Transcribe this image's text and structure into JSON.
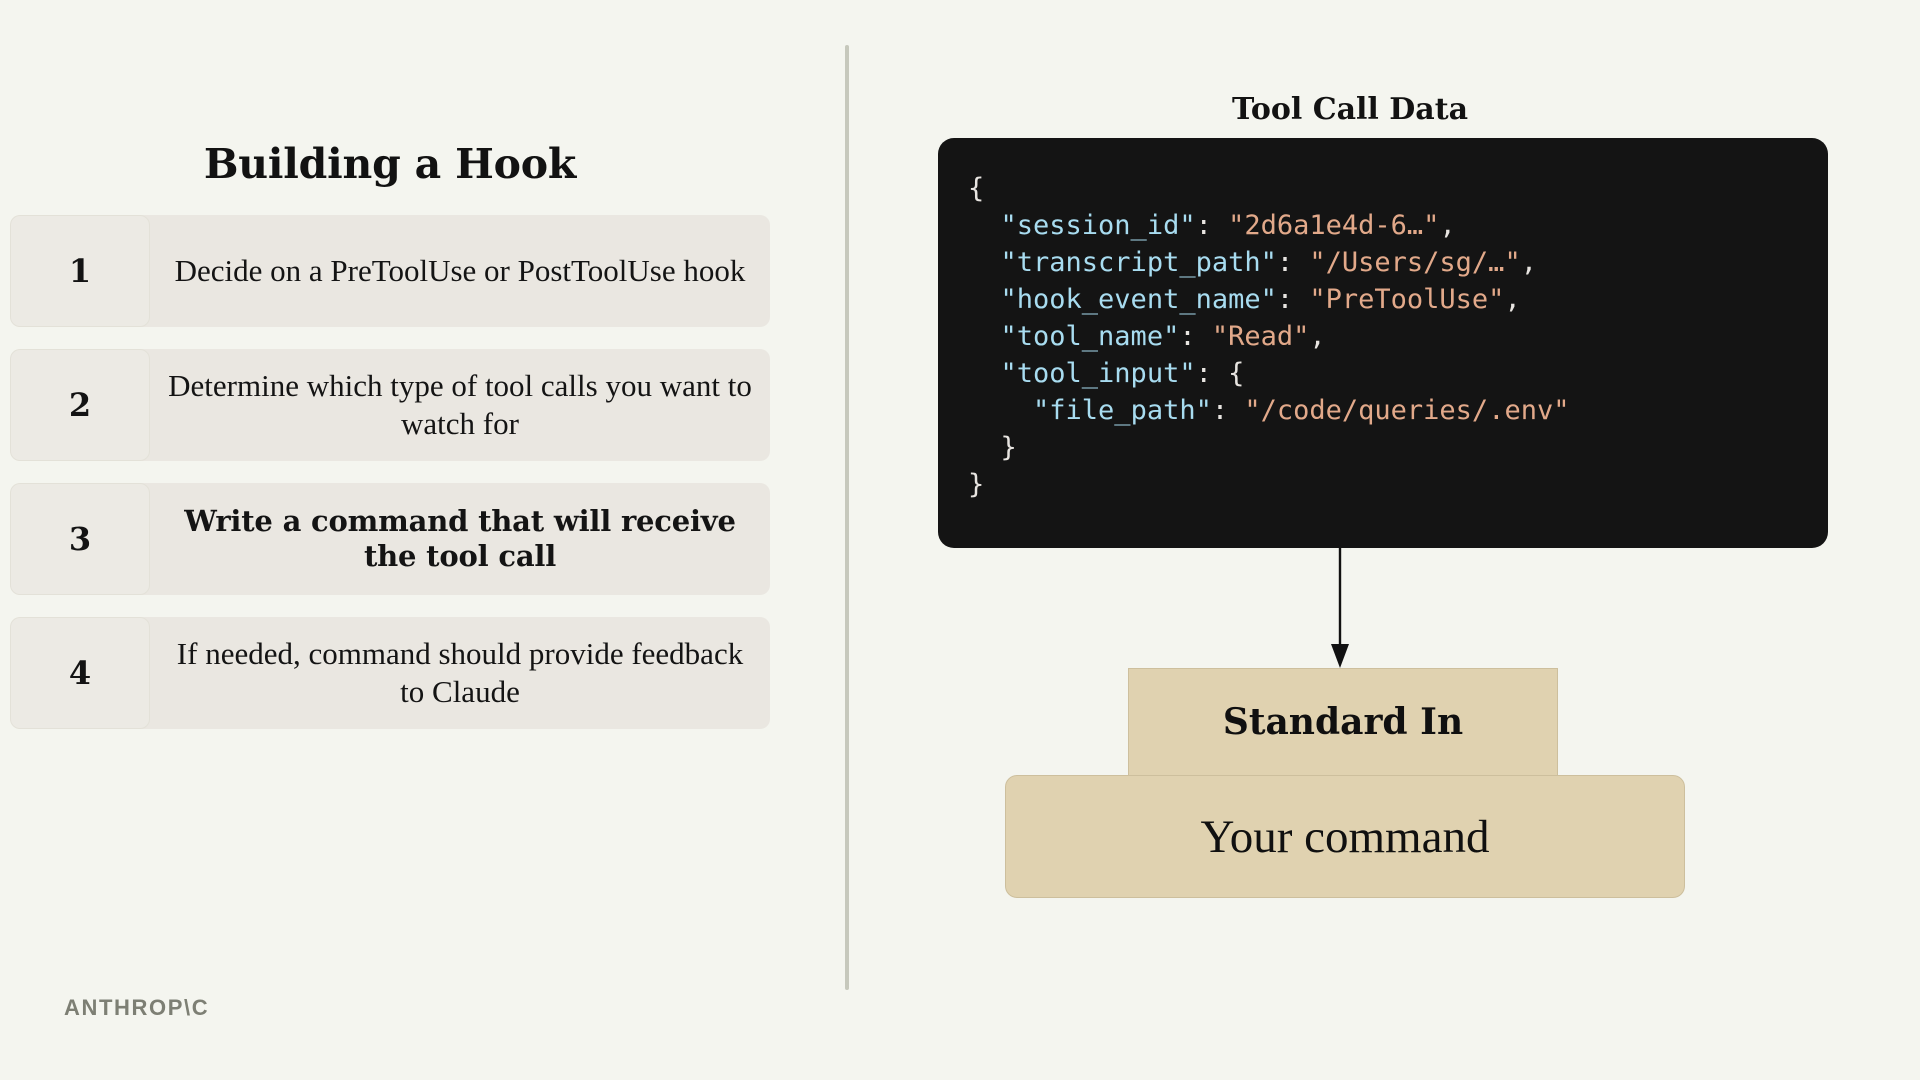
{
  "left": {
    "title": "Building a Hook",
    "steps": [
      {
        "number": "1",
        "text": "Decide on a PreToolUse or PostToolUse hook",
        "emphasis": false
      },
      {
        "number": "2",
        "text": "Determine which type of tool calls you want to watch for",
        "emphasis": false
      },
      {
        "number": "3",
        "text": "Write a command that will receive the tool call",
        "emphasis": true
      },
      {
        "number": "4",
        "text": "If needed, command should provide feedback to Claude",
        "emphasis": false
      }
    ]
  },
  "right": {
    "code_title": "Tool Call Data",
    "code": {
      "lines": [
        {
          "indent": 0,
          "brace": "{"
        },
        {
          "indent": 1,
          "key": "\"session_id\"",
          "sep": ": ",
          "value": "\"2d6a1e4d-6…\"",
          "trail": ","
        },
        {
          "indent": 1,
          "key": "\"transcript_path\"",
          "sep": ": ",
          "value": "\"/Users/sg/…\"",
          "trail": ","
        },
        {
          "indent": 1,
          "key": "\"hook_event_name\"",
          "sep": ": ",
          "value": "\"PreToolUse\"",
          "trail": ","
        },
        {
          "indent": 1,
          "key": "\"tool_name\"",
          "sep": ": ",
          "value": "\"Read\"",
          "trail": ","
        },
        {
          "indent": 1,
          "key": "\"tool_input\"",
          "sep": ": ",
          "brace": "{"
        },
        {
          "indent": 2,
          "key": "\"file_path\"",
          "sep": ": ",
          "value": "\"/code/queries/.env\"",
          "trail": ""
        },
        {
          "indent": 1,
          "brace": "}"
        },
        {
          "indent": 0,
          "brace": "}"
        }
      ]
    },
    "stdin_box": "Standard In",
    "command_box": "Your command"
  },
  "brand": {
    "wordmark": "ANTHROP\\C"
  },
  "colors": {
    "page_background": "#f4f5ef",
    "step_row": "#eae7e1",
    "step_number_chip": "#eceae4",
    "code_background": "#141414",
    "code_key": "#a8dcf0",
    "code_string": "#e2a98a",
    "code_punctuation": "#e8e5e1",
    "box_fill": "#e0d2b0",
    "box_border": "#cdbf9d",
    "divider": "#c6c8bc",
    "brand_text": "#7d7f74"
  }
}
